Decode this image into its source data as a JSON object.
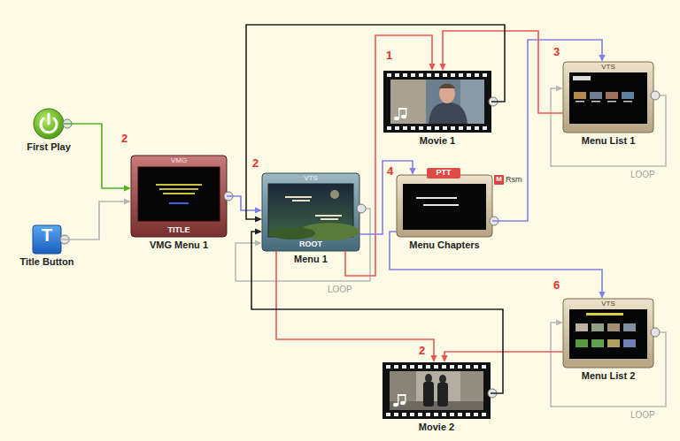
{
  "diagram": {
    "nodes": [
      {
        "text": [
          "First Play"
        ]
      },
      {
        "text": [
          "T",
          "Title Button"
        ]
      },
      {
        "text": [
          "VMG",
          "TITLE",
          "VMG Menu 1"
        ]
      },
      {
        "text": [
          "VTS",
          "ROOT",
          "Menu 1"
        ]
      },
      {
        "text": [
          "Movie 1"
        ]
      },
      {
        "text": [
          "PTT",
          "M",
          "Rsm",
          "Menu Chapters"
        ]
      },
      {
        "text": [
          "VTS",
          "Menu List 1"
        ]
      },
      {
        "text": [
          "VTS",
          "Menu List 2"
        ]
      },
      {
        "text": [
          "Movie 2"
        ]
      }
    ],
    "edges": [
      {
        "from": 0,
        "to": 2,
        "arrow": "to"
      },
      {
        "from": 1,
        "to": 2,
        "arrow": "to"
      },
      {
        "from": 2,
        "to": 3,
        "arrow": "to"
      },
      {
        "from": 3,
        "to": 4,
        "arrow": "to"
      },
      {
        "from": 3,
        "to": 8,
        "arrow": "to"
      },
      {
        "from": 3,
        "to": 5,
        "arrow": "to"
      },
      {
        "from": 5,
        "to": 6,
        "arrow": "to"
      },
      {
        "from": 5,
        "to": 7,
        "arrow": "to"
      },
      {
        "from": 6,
        "to": 4,
        "arrow": "to"
      },
      {
        "from": 7,
        "to": 8,
        "arrow": "to"
      },
      {
        "from": 4,
        "to": 3,
        "arrow": "to"
      },
      {
        "from": 8,
        "to": 3,
        "arrow": "to"
      }
    ],
    "labels": [
      "2",
      "2",
      "1",
      "4",
      "3",
      "6",
      "2",
      "LOOP",
      "LOOP",
      "LOOP"
    ]
  }
}
